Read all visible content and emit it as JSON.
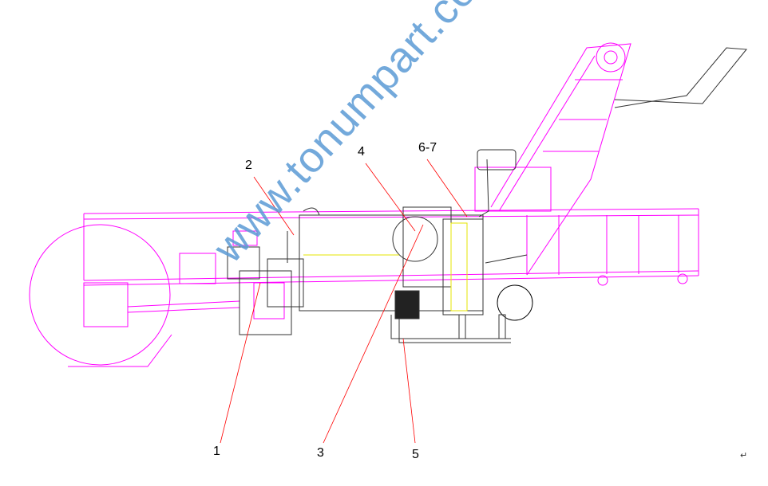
{
  "callouts": {
    "c1": "1",
    "c2": "2",
    "c3": "3",
    "c4": "4",
    "c5": "5",
    "c67": "6-7"
  },
  "watermark": "www.tonumpart.com",
  "return_mark": "↵",
  "colors": {
    "frame": "#ff00ff",
    "engine": "#000000",
    "leader": "#ff0000",
    "highlight": "#e6e600",
    "watermark": "#5b9bd5"
  }
}
